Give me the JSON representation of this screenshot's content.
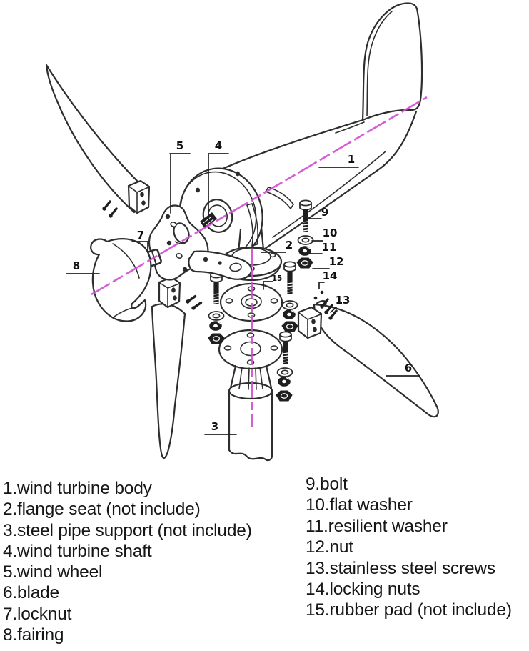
{
  "diagram": {
    "callouts": {
      "body": "1",
      "flange_seat": "2",
      "steel_pipe": "3",
      "shaft": "4",
      "wind_wheel": "5",
      "blade": "6",
      "locknut": "7",
      "fairing": "8",
      "bolt": "9",
      "flat_washer": "10",
      "resilient_washer": "11",
      "nut": "12",
      "screws": "13",
      "locking_nuts": "14",
      "rubber_pad": "15"
    },
    "colors": {
      "axis_magenta": "#d44fd4",
      "line": "#2e2e2e",
      "text": "#161616"
    }
  },
  "parts_list": {
    "left": [
      "1.wind turbine body",
      "2.flange seat (not include)",
      "3.steel pipe support (not include)",
      "4.wind turbine shaft",
      "5.wind wheel",
      "6.blade",
      "7.locknut",
      "8.fairing"
    ],
    "right": [
      "9.bolt",
      "10.flat washer",
      "11.resilient washer",
      "12.nut",
      "13.stainless steel screws",
      "14.locking nuts",
      "15.rubber pad (not include)"
    ]
  }
}
